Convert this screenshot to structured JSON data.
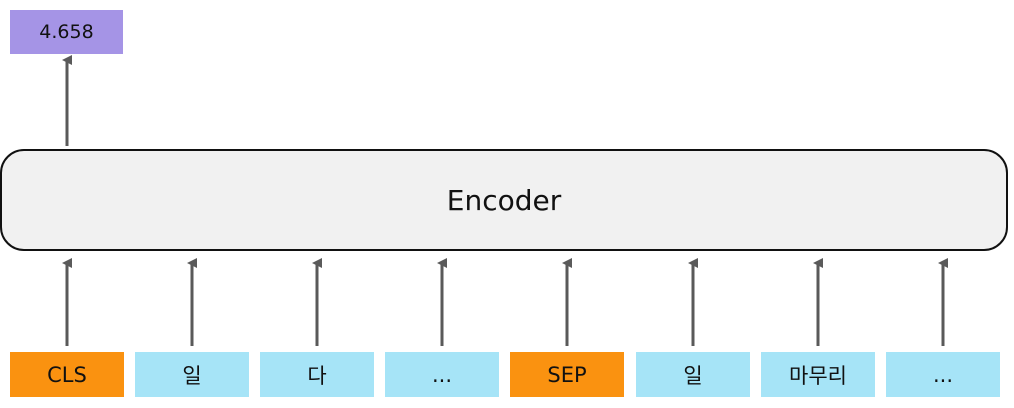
{
  "output": {
    "value": "4.658",
    "color": "#a594e6"
  },
  "encoder": {
    "label": "Encoder"
  },
  "tokens": [
    {
      "text": "CLS",
      "kind": "special"
    },
    {
      "text": "일",
      "kind": "word"
    },
    {
      "text": "다",
      "kind": "word"
    },
    {
      "text": "...",
      "kind": "word"
    },
    {
      "text": "SEP",
      "kind": "special"
    },
    {
      "text": "일",
      "kind": "word"
    },
    {
      "text": "마무리",
      "kind": "word"
    },
    {
      "text": "...",
      "kind": "word"
    }
  ],
  "colors": {
    "special_token": "#fa9210",
    "word_token": "#a6e4f7",
    "arrow": "#5a5a5a"
  }
}
